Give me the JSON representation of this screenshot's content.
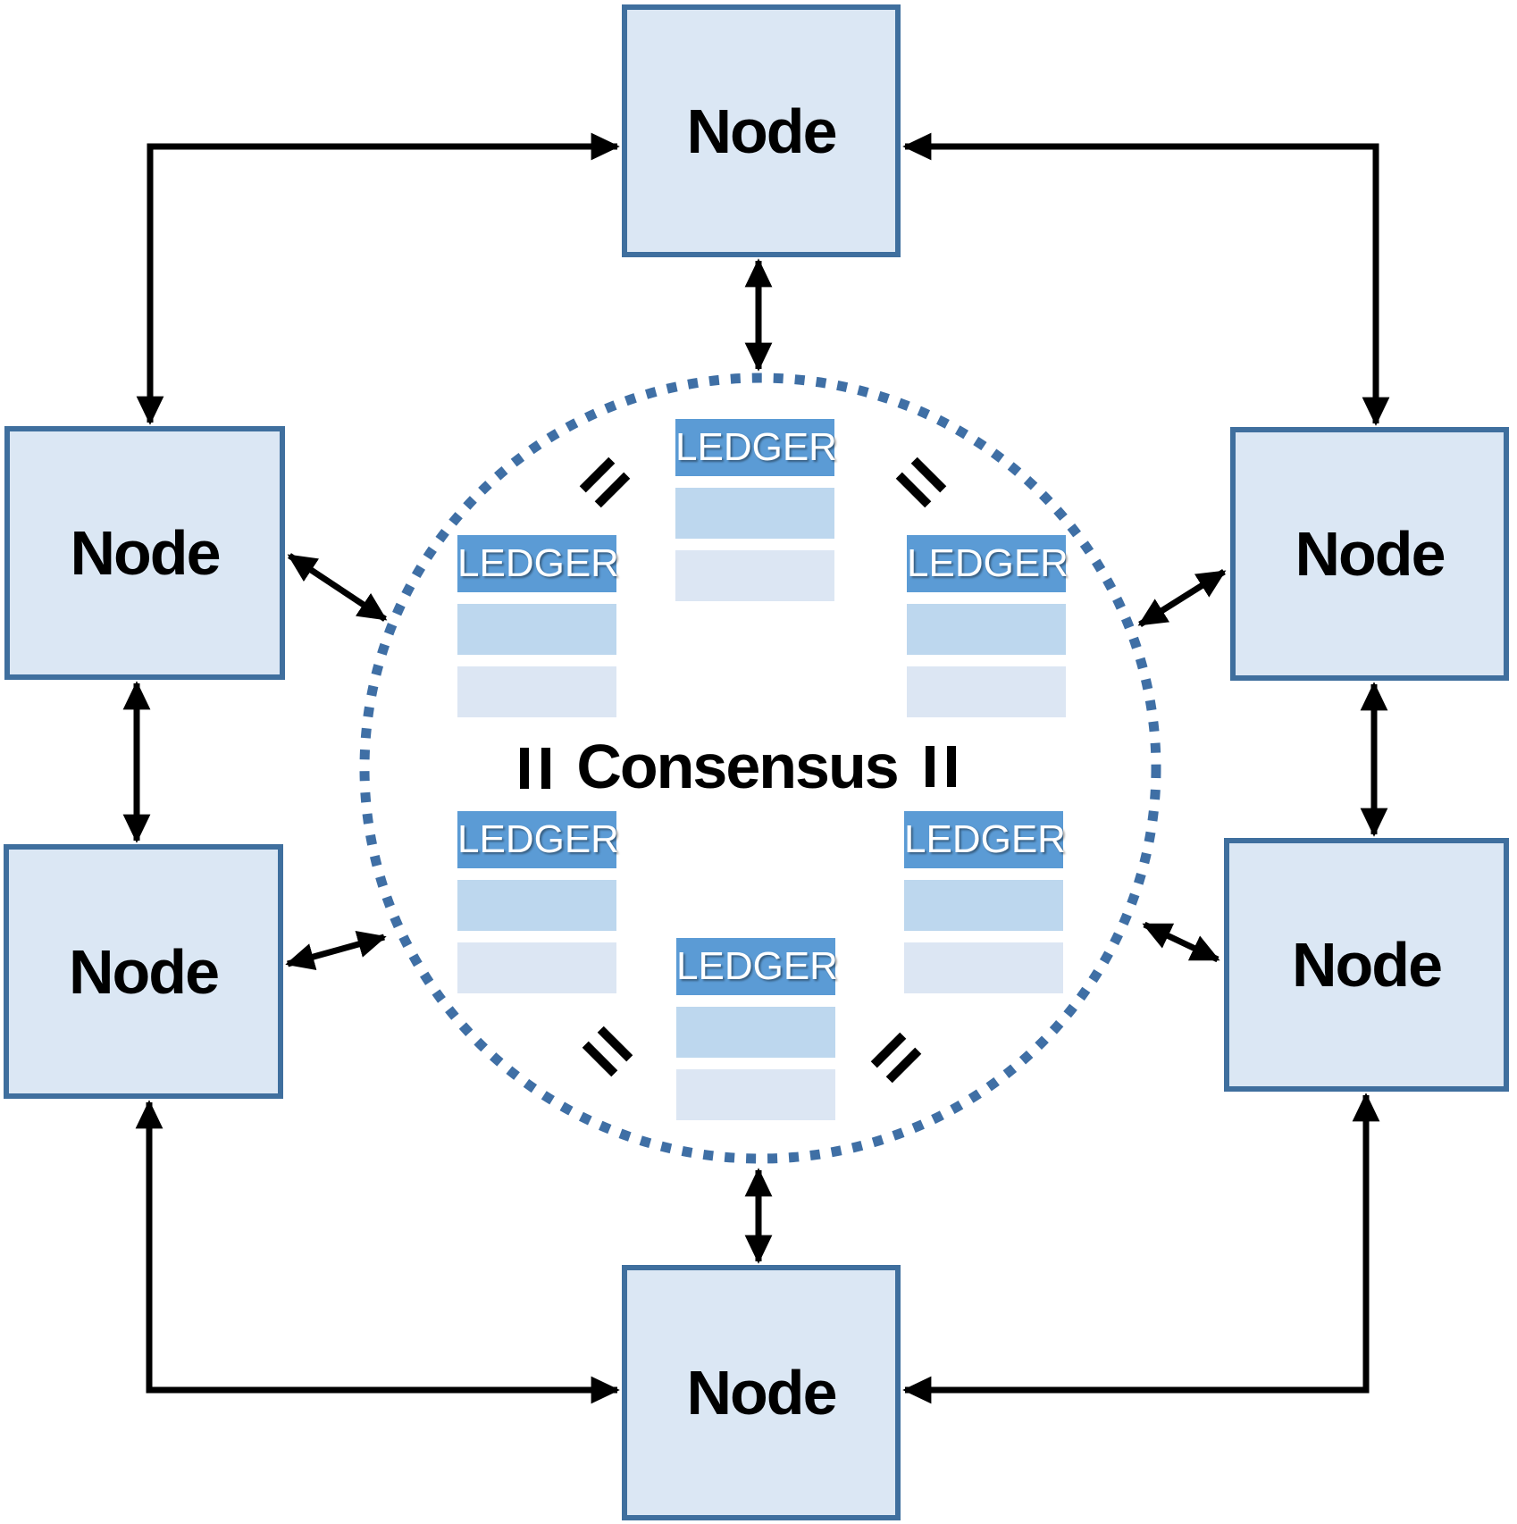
{
  "nodes": [
    {
      "id": "top",
      "label": "Node"
    },
    {
      "id": "left-upper",
      "label": "Node"
    },
    {
      "id": "right-upper",
      "label": "Node"
    },
    {
      "id": "left-lower",
      "label": "Node"
    },
    {
      "id": "right-lower",
      "label": "Node"
    },
    {
      "id": "bottom",
      "label": "Node"
    }
  ],
  "ledgers": [
    {
      "id": "top",
      "label": "LEDGER"
    },
    {
      "id": "mid-left",
      "label": "LEDGER"
    },
    {
      "id": "mid-right",
      "label": "LEDGER"
    },
    {
      "id": "low-left",
      "label": "LEDGER"
    },
    {
      "id": "low-right",
      "label": "LEDGER"
    },
    {
      "id": "bottom",
      "label": "LEDGER"
    }
  ],
  "center": {
    "label": "Consensus"
  },
  "colors": {
    "node_fill": "#dbe7f4",
    "node_border": "#3f6f9e",
    "ledger_header_bg": "#5b9bd5",
    "ledger_row1_bg": "#bdd7ee",
    "ledger_row2_bg": "#dce6f3",
    "ledger_text": "#ffffff",
    "circle_dot": "#3f6fa5",
    "arrow": "#000000",
    "text": "#000000"
  }
}
